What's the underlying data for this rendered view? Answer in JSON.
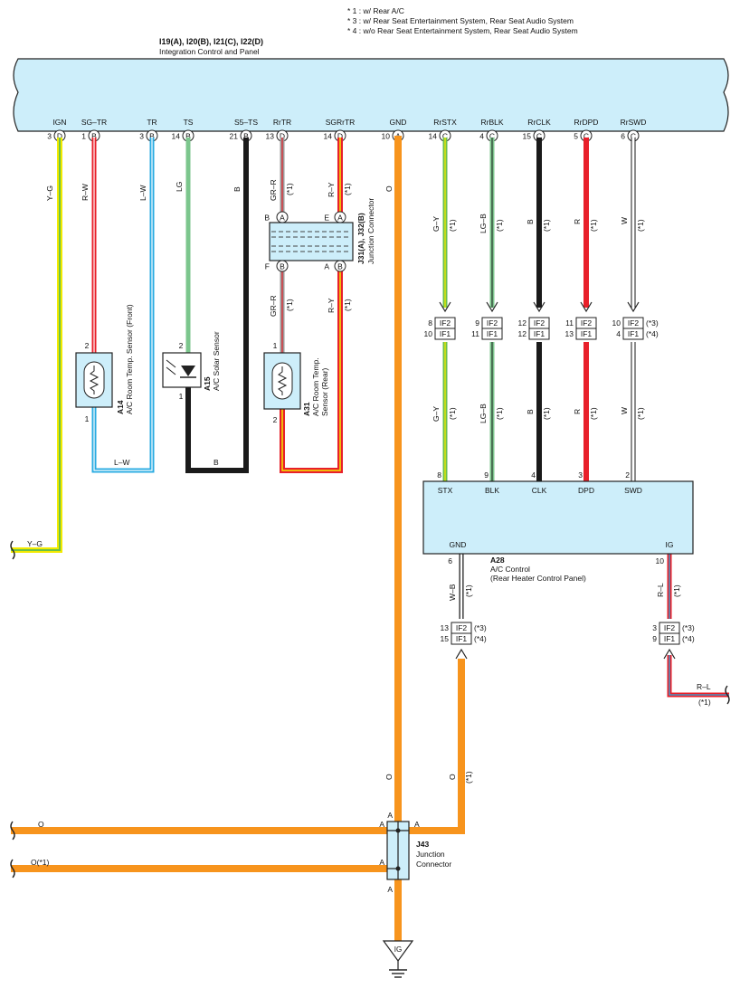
{
  "notes": [
    "* 1 : w/ Rear A/C",
    "* 3 : w/ Rear Seat Entertainment System,  Rear Seat Audio System",
    "* 4 : w/o Rear Seat Entertainment System,  Rear Seat Audio System"
  ],
  "ecu_top": {
    "code": "I19(A), I20(B), I21(C), I22(D)",
    "name": "Integration Control and Panel",
    "pins": [
      {
        "label": "IGN",
        "num": "3",
        "conn": "D"
      },
      {
        "label": "SG–TR",
        "num": "1",
        "conn": "B"
      },
      {
        "label": "TR",
        "num": "3",
        "conn": "B"
      },
      {
        "label": "TS",
        "num": "14",
        "conn": "B"
      },
      {
        "label": "S5–TS",
        "num": "21",
        "conn": "B"
      },
      {
        "label": "RrTR",
        "num": "13",
        "conn": "D"
      },
      {
        "label": "SGRrTR",
        "num": "14",
        "conn": "D"
      },
      {
        "label": "GND",
        "num": "10",
        "conn": "A"
      },
      {
        "label": "RrSTX",
        "num": "14",
        "conn": "C"
      },
      {
        "label": "RrBLK",
        "num": "4",
        "conn": "C"
      },
      {
        "label": "RrCLK",
        "num": "15",
        "conn": "C"
      },
      {
        "label": "RrDPD",
        "num": "5",
        "conn": "C"
      },
      {
        "label": "RrSWD",
        "num": "6",
        "conn": "C"
      }
    ]
  },
  "wires": {
    "yg": "Y–G",
    "rw": "R–W",
    "lw": "L–W",
    "lg": "LG",
    "b": "B",
    "grr": "GR–R",
    "ry": "R–Y",
    "o": "O",
    "gy": "G–Y",
    "lgb": "LG–B",
    "r": "R",
    "w": "W",
    "wb": "W–B",
    "rl": "R–L",
    "o1": "O(*1)"
  },
  "marks": {
    "s1": "(*1)",
    "s3": "(*3)",
    "s4": "(*4)"
  },
  "junction_j31": {
    "code": "J31(A), J32(B)",
    "name": "Junction Connector",
    "top": [
      {
        "letter": "B",
        "conn": "A"
      },
      {
        "letter": "E",
        "conn": "A"
      }
    ],
    "bottom": [
      {
        "letter": "F",
        "conn": "B"
      },
      {
        "letter": "A",
        "conn": "B"
      }
    ]
  },
  "if": {
    "if2": "IF2",
    "if1": "IF1",
    "rows": [
      [
        "8",
        "10"
      ],
      [
        "9",
        "11"
      ],
      [
        "12",
        "12"
      ],
      [
        "11",
        "13"
      ],
      [
        "10",
        "4"
      ]
    ],
    "lower": [
      [
        "13",
        "15"
      ],
      [
        "3",
        "9"
      ]
    ]
  },
  "sensors": {
    "a14": {
      "code": "A14",
      "name": "A/C Room Temp.  Sensor (Front)",
      "p1": "2",
      "p2": "1"
    },
    "a15": {
      "code": "A15",
      "name": "A/C Solar Sensor",
      "p1": "2",
      "p2": "1"
    },
    "a31": {
      "code": "A31",
      "name1": "A/C Room Temp.",
      "name2": "Sensor (Rear)",
      "p1": "1",
      "p2": "2"
    }
  },
  "a28": {
    "code": "A28",
    "name1": "A/C Control",
    "name2": "(Rear Heater Control Panel)",
    "pins": [
      {
        "label": "STX",
        "num": "8"
      },
      {
        "label": "BLK",
        "num": "9"
      },
      {
        "label": "CLK",
        "num": "4"
      },
      {
        "label": "DPD",
        "num": "3"
      },
      {
        "label": "SWD",
        "num": "2"
      }
    ],
    "gnd": {
      "label": "GND",
      "num": "6"
    },
    "ig": {
      "label": "IG",
      "num": "10"
    }
  },
  "j43": {
    "code": "J43",
    "name1": "Junction",
    "name2": "Connector",
    "pin": "A"
  },
  "ground": {
    "label": "IG"
  },
  "colors": {
    "orange": "#f7941d",
    "yellow": "#f2ea00",
    "green": "#6abf4b",
    "blue": "#29abe2",
    "red": "#e8202a",
    "lightgreen": "#7cc68d",
    "black": "#1a1a1a",
    "grey": "#9a9a9a",
    "panel": "#cdeefa"
  }
}
